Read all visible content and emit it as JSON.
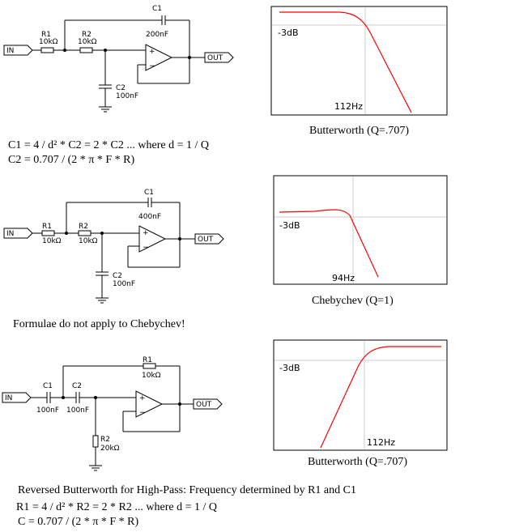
{
  "circuits": [
    {
      "in": "IN",
      "out": "OUT",
      "r1": {
        "name": "R1",
        "value": "10kΩ"
      },
      "r2": {
        "name": "R2",
        "value": "10kΩ"
      },
      "c1": {
        "name": "C1",
        "value": "200nF"
      },
      "c2": {
        "name": "C2",
        "value": "100nF"
      },
      "opamp": {
        "plus": "+",
        "minus": "−"
      }
    },
    {
      "in": "IN",
      "out": "OUT",
      "r1": {
        "name": "R1",
        "value": "10kΩ"
      },
      "r2": {
        "name": "R2",
        "value": "10kΩ"
      },
      "c1": {
        "name": "C1",
        "value": "400nF"
      },
      "c2": {
        "name": "C2",
        "value": "100nF"
      },
      "opamp": {
        "plus": "+",
        "minus": "−"
      }
    },
    {
      "in": "IN",
      "out": "OUT",
      "c1": {
        "name": "C1",
        "value": "100nF"
      },
      "c2": {
        "name": "C2",
        "value": "100nF"
      },
      "r1": {
        "name": "R1",
        "value": "10kΩ"
      },
      "r2": {
        "name": "R2",
        "value": "20kΩ"
      },
      "opamp": {
        "plus": "+",
        "minus": "−"
      }
    }
  ],
  "plots": [
    {
      "level_label": "-3dB",
      "freq_label": "112Hz",
      "caption": "Butterworth (Q=.707)",
      "curve_color": "#ff0000",
      "kind": "lowpass-flat"
    },
    {
      "level_label": "-3dB",
      "freq_label": "94Hz",
      "caption": "Chebychev (Q=1)",
      "curve_color": "#ff0000",
      "kind": "lowpass-peak"
    },
    {
      "level_label": "-3dB",
      "freq_label": "112Hz",
      "caption": "Butterworth (Q=.707)",
      "curve_color": "#ff0000",
      "kind": "highpass-flat"
    }
  ],
  "notes": {
    "lp_formula_1": "C1 = 4 / d² * C2 = 2 * C2 ...  where d = 1 / Q",
    "lp_formula_2": "C2 = 0.707 / (2 * π * F * R)",
    "cheb_note": "Formulae do not apply to Chebychev!",
    "hp_note": "Reversed Butterworth for High-Pass: Frequency determined by R1 and C1",
    "hp_formula_1": "R1 = 4 / d² * R2 = 2 * R2 ...  where d = 1 / Q",
    "hp_formula_2": "C = 0.707 / (2 * π * F * R)"
  }
}
